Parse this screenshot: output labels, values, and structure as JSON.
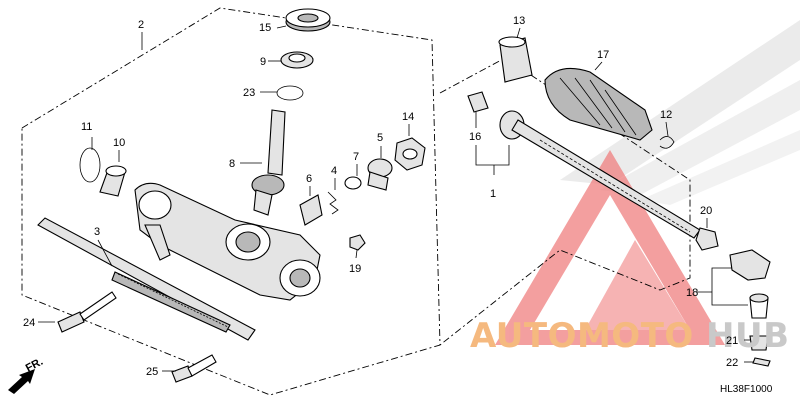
{
  "diagram_code": "HL38F1000",
  "front_label": "FR.",
  "watermark": {
    "part1": "AUTOMOTO",
    "part2": "HUB",
    "color1": "#f5b97f",
    "color2": "#c9c9c9",
    "triangle_color": "#f08080"
  },
  "callouts": [
    "1",
    "2",
    "3",
    "4",
    "5",
    "6",
    "7",
    "8",
    "9",
    "10",
    "11",
    "12",
    "13",
    "14",
    "15",
    "16",
    "17",
    "18",
    "19",
    "20",
    "21",
    "22",
    "23",
    "24",
    "25"
  ]
}
